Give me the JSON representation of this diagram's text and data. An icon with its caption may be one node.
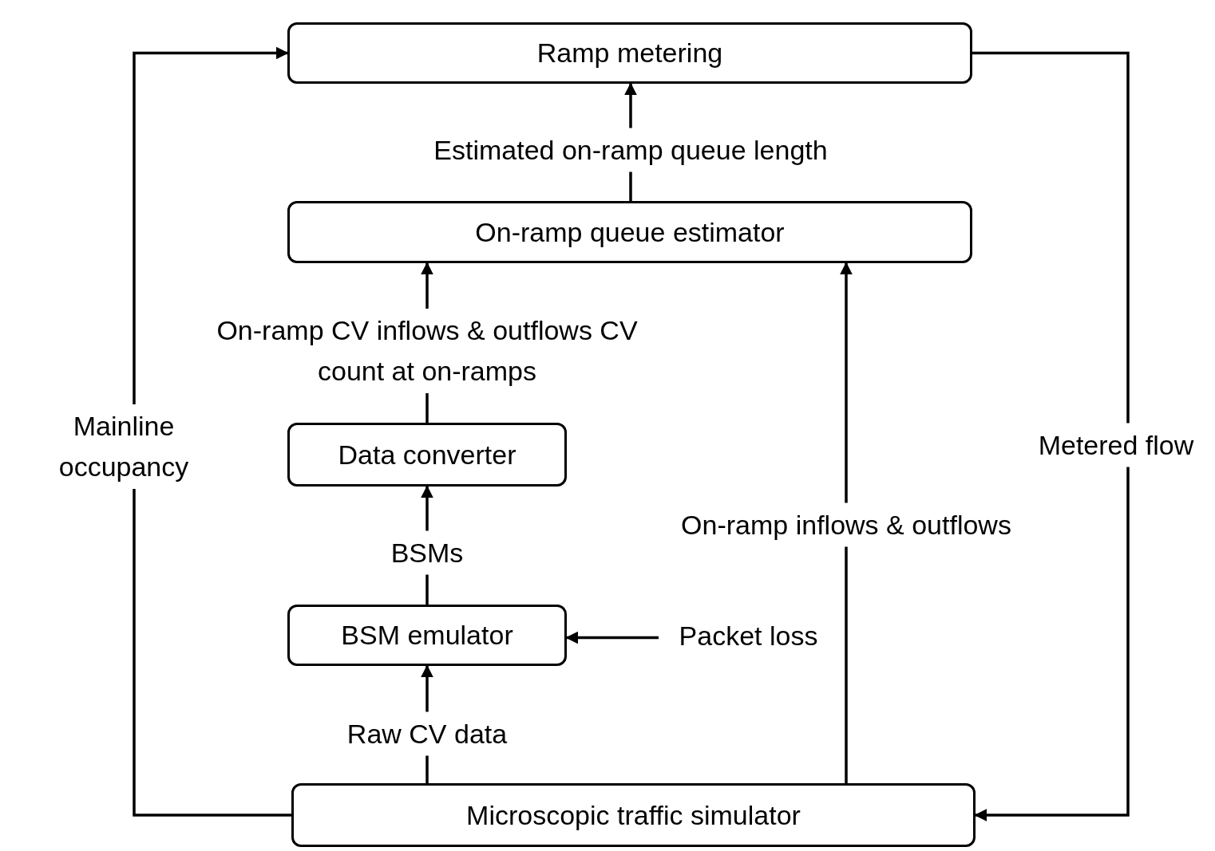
{
  "diagram": {
    "nodes": [
      {
        "text": [
          "Ramp metering"
        ]
      },
      {
        "text": [
          "On-ramp queue estimator"
        ]
      },
      {
        "text": [
          "Data converter"
        ]
      },
      {
        "text": [
          "BSM emulator"
        ]
      },
      {
        "text": [
          "Microscopic traffic simulator"
        ]
      },
      {
        "text": [
          "Packet loss"
        ]
      }
    ],
    "edges": [
      {
        "from": 1,
        "to": 0,
        "arrow": "to",
        "label": "Estimated on-ramp queue length"
      },
      {
        "from": 2,
        "to": 1,
        "arrow": "to",
        "label": "On-ramp CV inflows & outflows CV count at on-ramps"
      },
      {
        "from": 3,
        "to": 2,
        "arrow": "to",
        "label": "BSMs"
      },
      {
        "from": 4,
        "to": 3,
        "arrow": "to",
        "label": "Raw CV data"
      },
      {
        "from": 5,
        "to": 3,
        "arrow": "to"
      },
      {
        "from": 4,
        "to": 1,
        "arrow": "to",
        "label": "On-ramp inflows & outflows"
      },
      {
        "from": 4,
        "to": 0,
        "arrow": "to",
        "label": "Mainline occupancy"
      },
      {
        "from": 0,
        "to": 4,
        "arrow": "to",
        "label": "Metered flow"
      }
    ]
  }
}
